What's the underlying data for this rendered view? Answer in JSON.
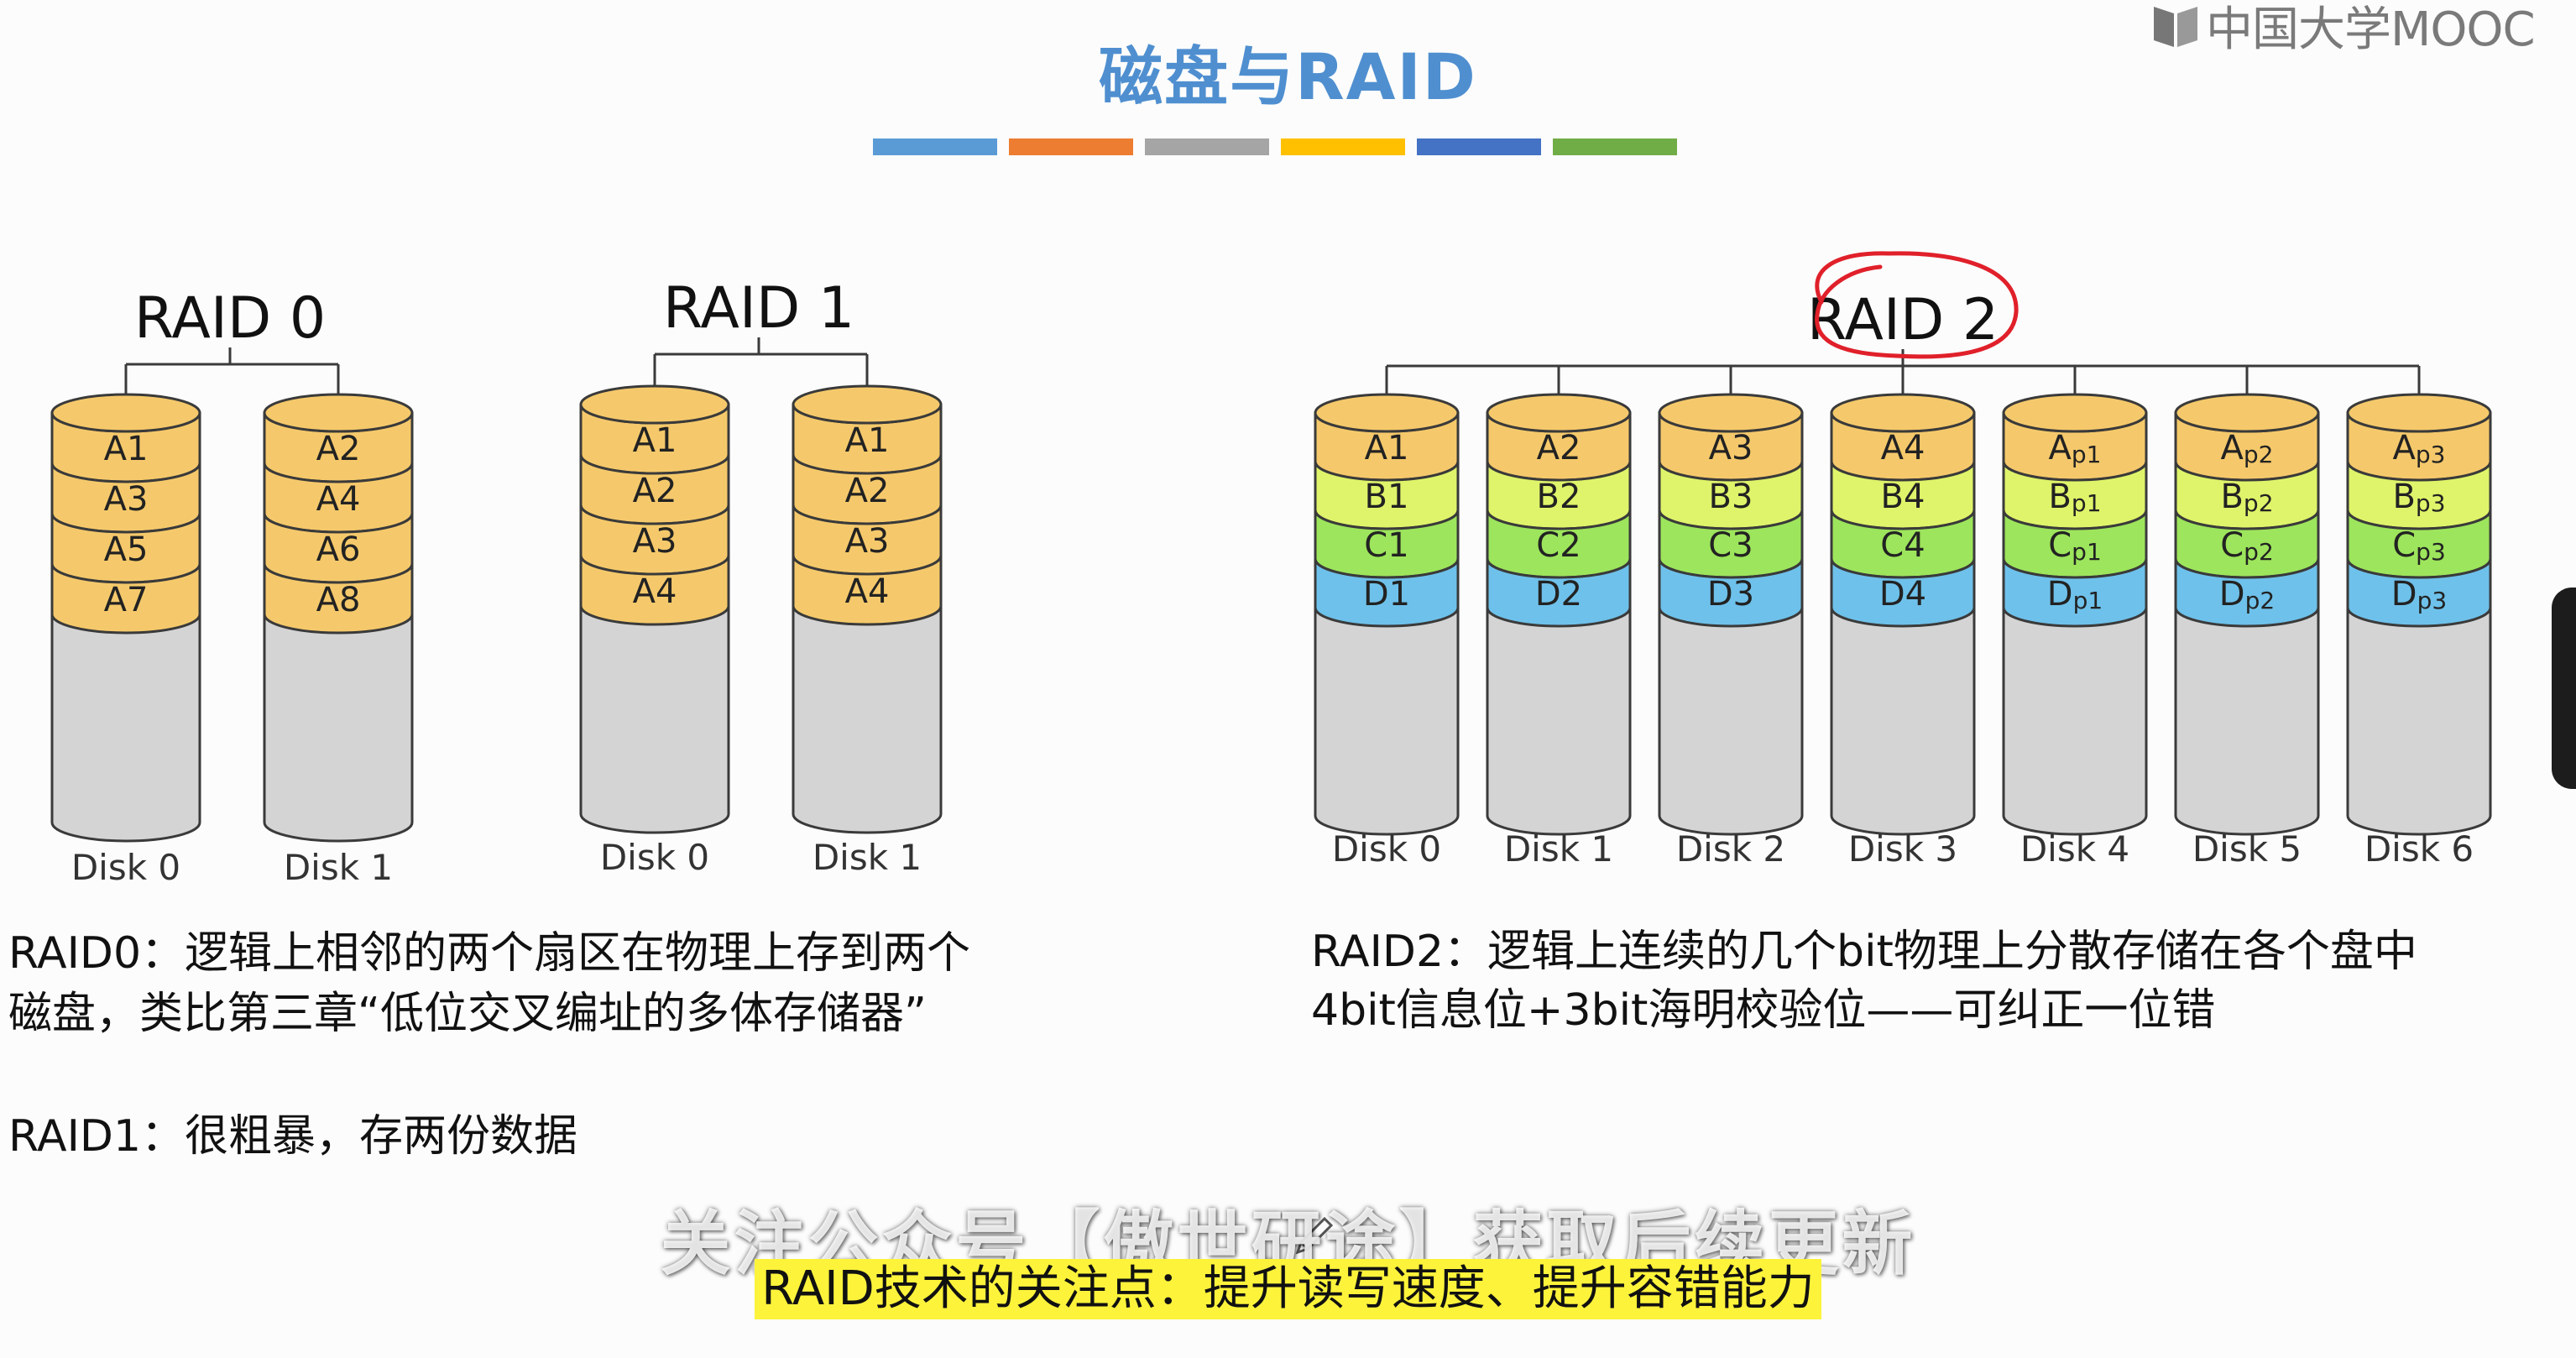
{
  "title": "磁盘与RAID",
  "logo": {
    "text": "中国大学MOOC",
    "icon": "mooc-book-icon"
  },
  "color_strip": [
    "#5b9bd5",
    "#ed7d31",
    "#a5a5a5",
    "#ffc000",
    "#4472c4",
    "#70ad47"
  ],
  "colors": {
    "row_a": "#f5c96b",
    "row_b": "#dff46a",
    "row_c": "#9de55c",
    "row_d": "#6ec1ea",
    "empty": "#d4d4d4",
    "annotation": "#e0202a"
  },
  "raid0": {
    "label": "RAID 0",
    "disks": [
      {
        "name": "Disk 0",
        "blocks": [
          "A1",
          "A3",
          "A5",
          "A7"
        ]
      },
      {
        "name": "Disk 1",
        "blocks": [
          "A2",
          "A4",
          "A6",
          "A8"
        ]
      }
    ]
  },
  "raid1": {
    "label": "RAID 1",
    "disks": [
      {
        "name": "Disk 0",
        "blocks": [
          "A1",
          "A2",
          "A3",
          "A4"
        ]
      },
      {
        "name": "Disk 1",
        "blocks": [
          "A1",
          "A2",
          "A3",
          "A4"
        ]
      }
    ]
  },
  "raid2": {
    "label": "RAID 2",
    "disks": [
      {
        "name": "Disk 0",
        "blocks": [
          {
            "b": "A",
            "s": "1"
          },
          {
            "b": "B",
            "s": "1"
          },
          {
            "b": "C",
            "s": "1"
          },
          {
            "b": "D",
            "s": "1"
          }
        ]
      },
      {
        "name": "Disk 1",
        "blocks": [
          {
            "b": "A",
            "s": "2"
          },
          {
            "b": "B",
            "s": "2"
          },
          {
            "b": "C",
            "s": "2"
          },
          {
            "b": "D",
            "s": "2"
          }
        ]
      },
      {
        "name": "Disk 2",
        "blocks": [
          {
            "b": "A",
            "s": "3"
          },
          {
            "b": "B",
            "s": "3"
          },
          {
            "b": "C",
            "s": "3"
          },
          {
            "b": "D",
            "s": "3"
          }
        ]
      },
      {
        "name": "Disk 3",
        "blocks": [
          {
            "b": "A",
            "s": "4"
          },
          {
            "b": "B",
            "s": "4"
          },
          {
            "b": "C",
            "s": "4"
          },
          {
            "b": "D",
            "s": "4"
          }
        ]
      },
      {
        "name": "Disk 4",
        "blocks": [
          {
            "b": "A",
            "sub": "p1"
          },
          {
            "b": "B",
            "sub": "p1"
          },
          {
            "b": "C",
            "sub": "p1"
          },
          {
            "b": "D",
            "sub": "p1"
          }
        ]
      },
      {
        "name": "Disk 5",
        "blocks": [
          {
            "b": "A",
            "sub": "p2"
          },
          {
            "b": "B",
            "sub": "p2"
          },
          {
            "b": "C",
            "sub": "p2"
          },
          {
            "b": "D",
            "sub": "p2"
          }
        ]
      },
      {
        "name": "Disk 6",
        "blocks": [
          {
            "b": "A",
            "sub": "p3"
          },
          {
            "b": "B",
            "sub": "p3"
          },
          {
            "b": "C",
            "sub": "p3"
          },
          {
            "b": "D",
            "sub": "p3"
          }
        ]
      }
    ]
  },
  "notes": {
    "raid0_line1": "RAID0：逻辑上相邻的两个扇区在物理上存到两个",
    "raid0_line2": "磁盘，类比第三章“低位交叉编址的多体存储器”",
    "raid1": "RAID1：很粗暴，存两份数据",
    "raid2_line1": "RAID2：逻辑上连续的几个bit物理上分散存储在各个盘中",
    "raid2_line2": "4bit信息位+3bit海明校验位——可纠正一位错"
  },
  "watermark": "关注公众号【傲世研途】获取后续更新",
  "subtitle": "RAID技术的关注点：提升读写速度、提升容错能力"
}
